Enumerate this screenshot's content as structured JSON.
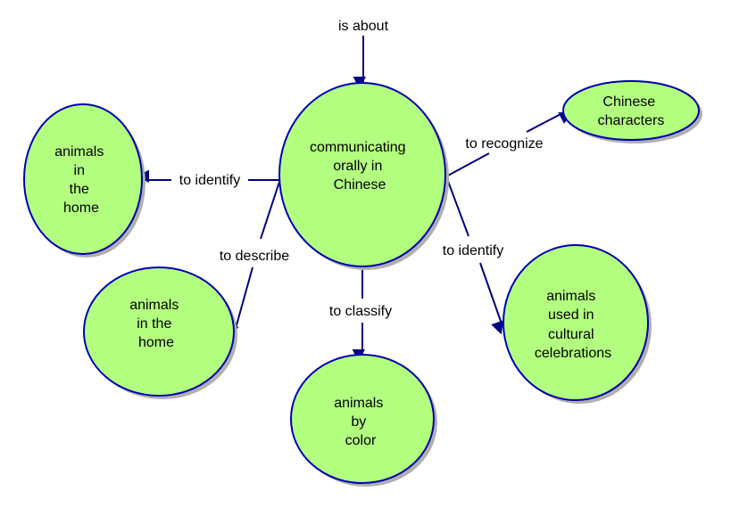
{
  "colors": {
    "node_fill": "#b3ff80",
    "node_stroke": "#0000b0",
    "link": "#000080",
    "shadow": "#b0b0b0"
  },
  "nodes": {
    "center": [
      "communicating",
      "orally in",
      "Chinese"
    ],
    "home_left": [
      "animals",
      "in",
      "the",
      "home"
    ],
    "home_lower": [
      "animals",
      "in the",
      "home"
    ],
    "color": [
      "animals",
      "by",
      "color"
    ],
    "cultural": [
      "animals",
      "used in",
      "cultural",
      "celebrations"
    ],
    "characters": [
      "Chinese",
      "characters"
    ]
  },
  "links": {
    "is_about": "is about",
    "to_identify_left": "to identify",
    "to_describe": "to describe",
    "to_classify": "to classify",
    "to_identify_right": "to identify",
    "to_recognize": "to recognize"
  }
}
